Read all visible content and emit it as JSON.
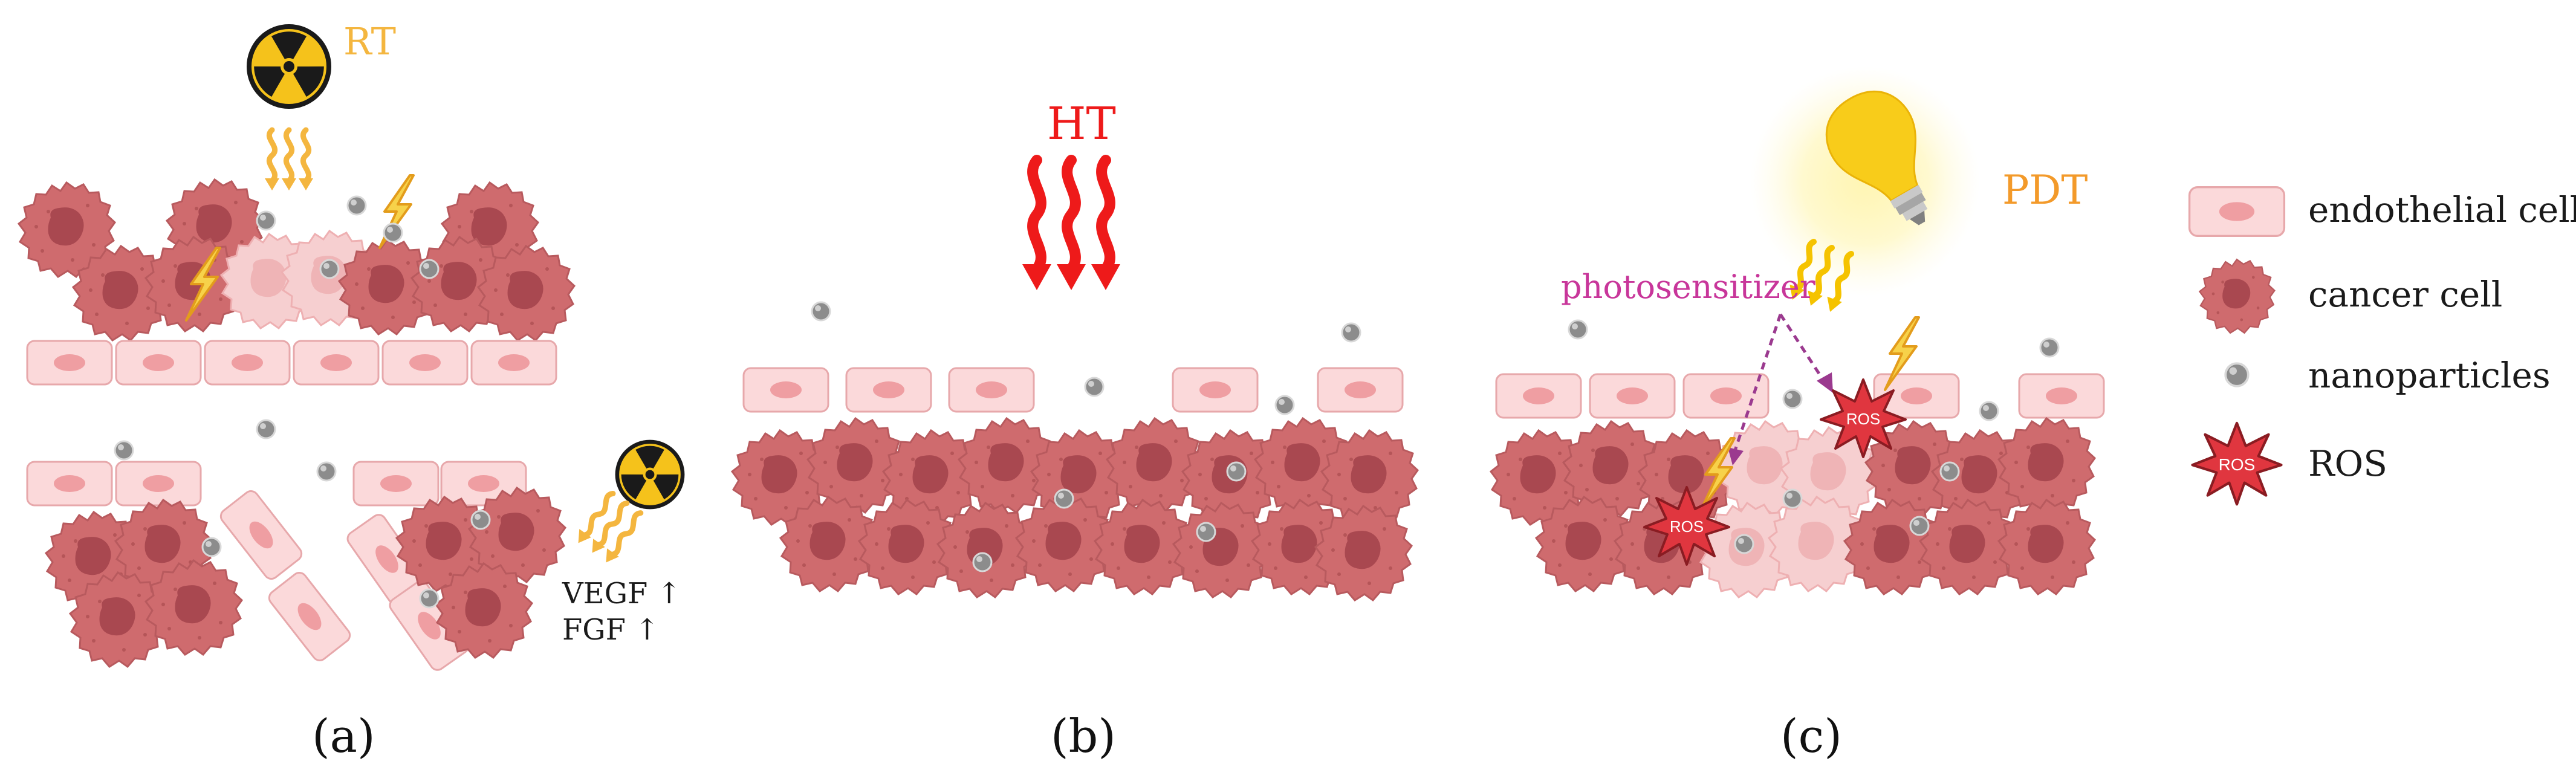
{
  "labels": {
    "rt": "RT",
    "ht": "HT",
    "pdt": "PDT",
    "photosensitizer": "photosensitizer",
    "vegf": "VEGF ↑",
    "fgf": "FGF ↑",
    "ros_small": "ROS"
  },
  "panels": [
    "(a)",
    "(b)",
    "(c)"
  ],
  "legend": [
    {
      "icon": "endothelial-cell-icon",
      "label": "endothelial cell"
    },
    {
      "icon": "cancer-cell-icon",
      "label": "cancer cell"
    },
    {
      "icon": "nanoparticle-icon",
      "label": "nanoparticles"
    },
    {
      "icon": "ros-icon",
      "label": "ROS"
    }
  ],
  "colors": {
    "cancer": "#cf6b6e",
    "cancer_nucleus": "#a94850",
    "cancer_damaged": "#f4c5c6",
    "endothelial": "#fbd9da",
    "endothelial_stroke": "#e7a8ab",
    "endothelial_nucleus": "#ef9ea2",
    "nanoparticle": "#8c8c8c",
    "radiation": "#f4b63f",
    "heat": "#ee1a1a",
    "light": "#f5c300",
    "ros": "#e0363f",
    "photosensitizer": "#c8369a"
  }
}
